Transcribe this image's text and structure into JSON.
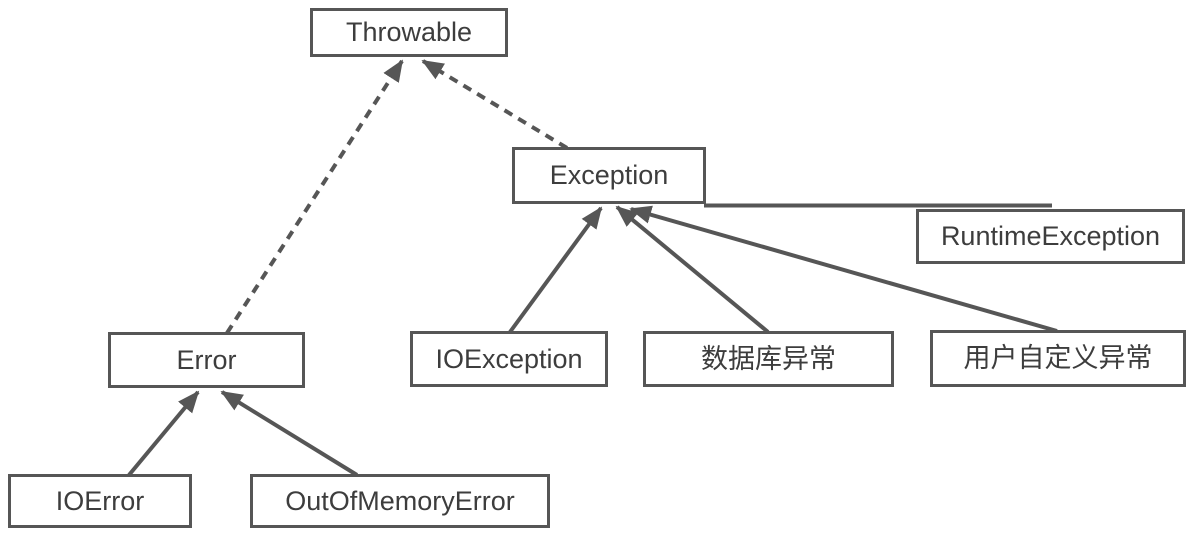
{
  "diagram": {
    "type": "class-hierarchy",
    "nodes": {
      "throwable": {
        "label": "Throwable"
      },
      "exception": {
        "label": "Exception"
      },
      "runtime_exception": {
        "label": "RuntimeException"
      },
      "error": {
        "label": "Error"
      },
      "io_exception": {
        "label": "IOException"
      },
      "db_exception": {
        "label": "数据库异常"
      },
      "user_defined_exception": {
        "label": "用户自定义异常"
      },
      "io_error": {
        "label": "IOError"
      },
      "out_of_memory_error": {
        "label": "OutOfMemoryError"
      }
    },
    "edges": [
      {
        "from": "error",
        "to": "throwable",
        "style": "dashed",
        "arrowhead": true
      },
      {
        "from": "exception",
        "to": "throwable",
        "style": "dashed",
        "arrowhead": true
      },
      {
        "from": "io_exception",
        "to": "exception",
        "style": "solid",
        "arrowhead": true
      },
      {
        "from": "db_exception",
        "to": "exception",
        "style": "solid",
        "arrowhead": true
      },
      {
        "from": "user_defined_exception",
        "to": "exception",
        "style": "solid",
        "arrowhead": true
      },
      {
        "from": "runtime_exception",
        "to": "exception",
        "style": "solid",
        "arrowhead": false
      },
      {
        "from": "io_error",
        "to": "error",
        "style": "solid",
        "arrowhead": true
      },
      {
        "from": "out_of_memory_error",
        "to": "error",
        "style": "solid",
        "arrowhead": true
      }
    ],
    "colors": {
      "stroke": "#565656",
      "box_fill": "#ffffff",
      "text": "#3d3d3d",
      "background": "#ffffff"
    }
  }
}
